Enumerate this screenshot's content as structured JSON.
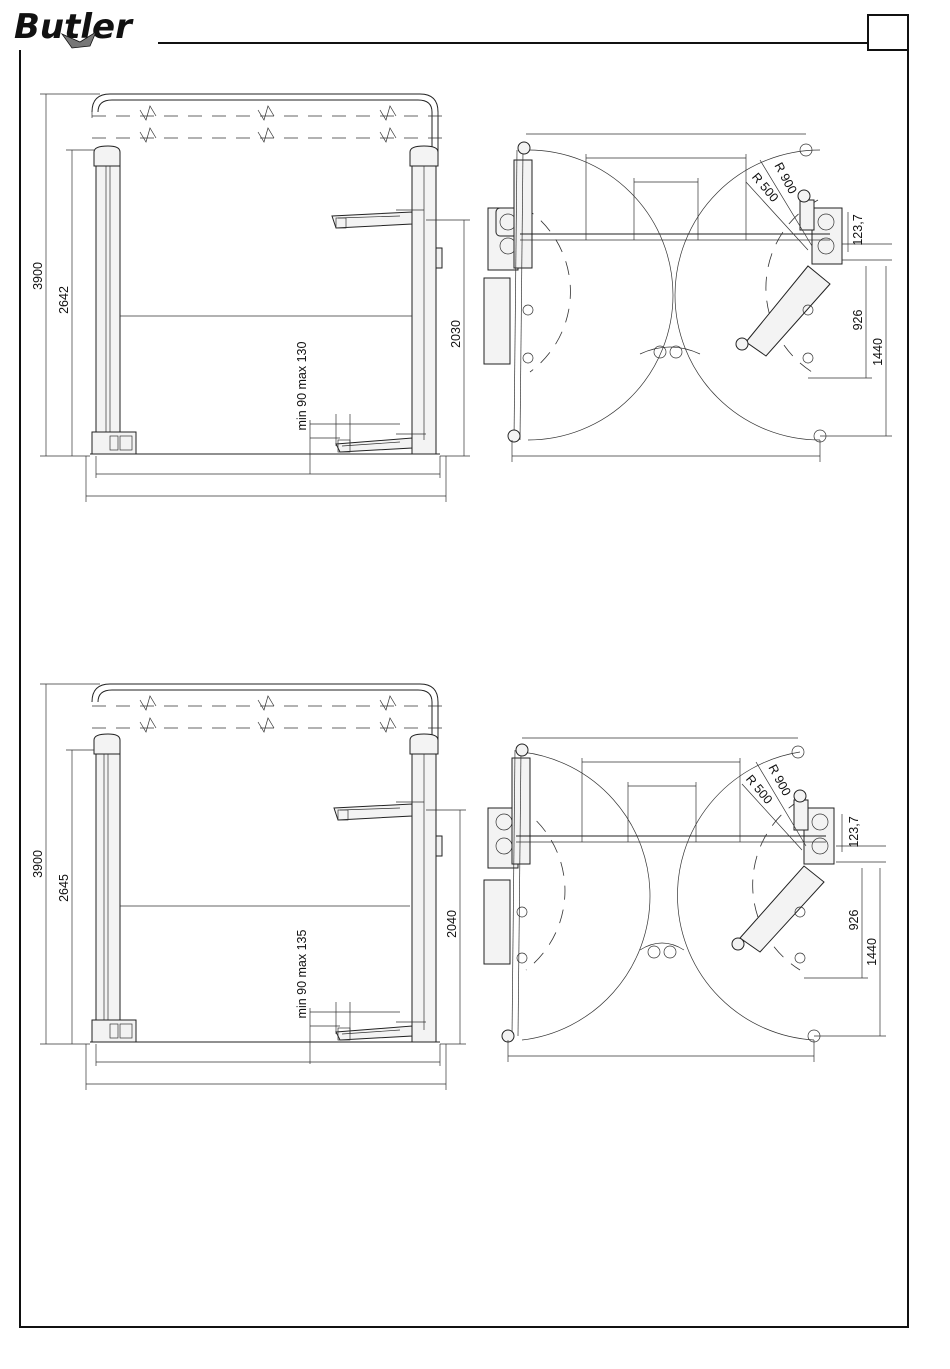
{
  "header": {
    "logo_text": "Butler",
    "page_box": ""
  },
  "top_figure": {
    "front": {
      "total_height": "3900",
      "lift_height": "2642",
      "arm_height": "2030",
      "min_max": "min 90 max 130"
    },
    "plan": {
      "r900": "R 900",
      "r500": "R 500",
      "offset": "123,7",
      "w926": "926",
      "w1440": "1440"
    }
  },
  "bottom_figure": {
    "front": {
      "total_height": "3900",
      "lift_height": "2645",
      "arm_height": "2040",
      "min_max": "min 90 max 135"
    },
    "plan": {
      "r900": "R 900",
      "r500": "R 500",
      "offset": "123,7",
      "w926": "926",
      "w1440": "1440"
    }
  }
}
